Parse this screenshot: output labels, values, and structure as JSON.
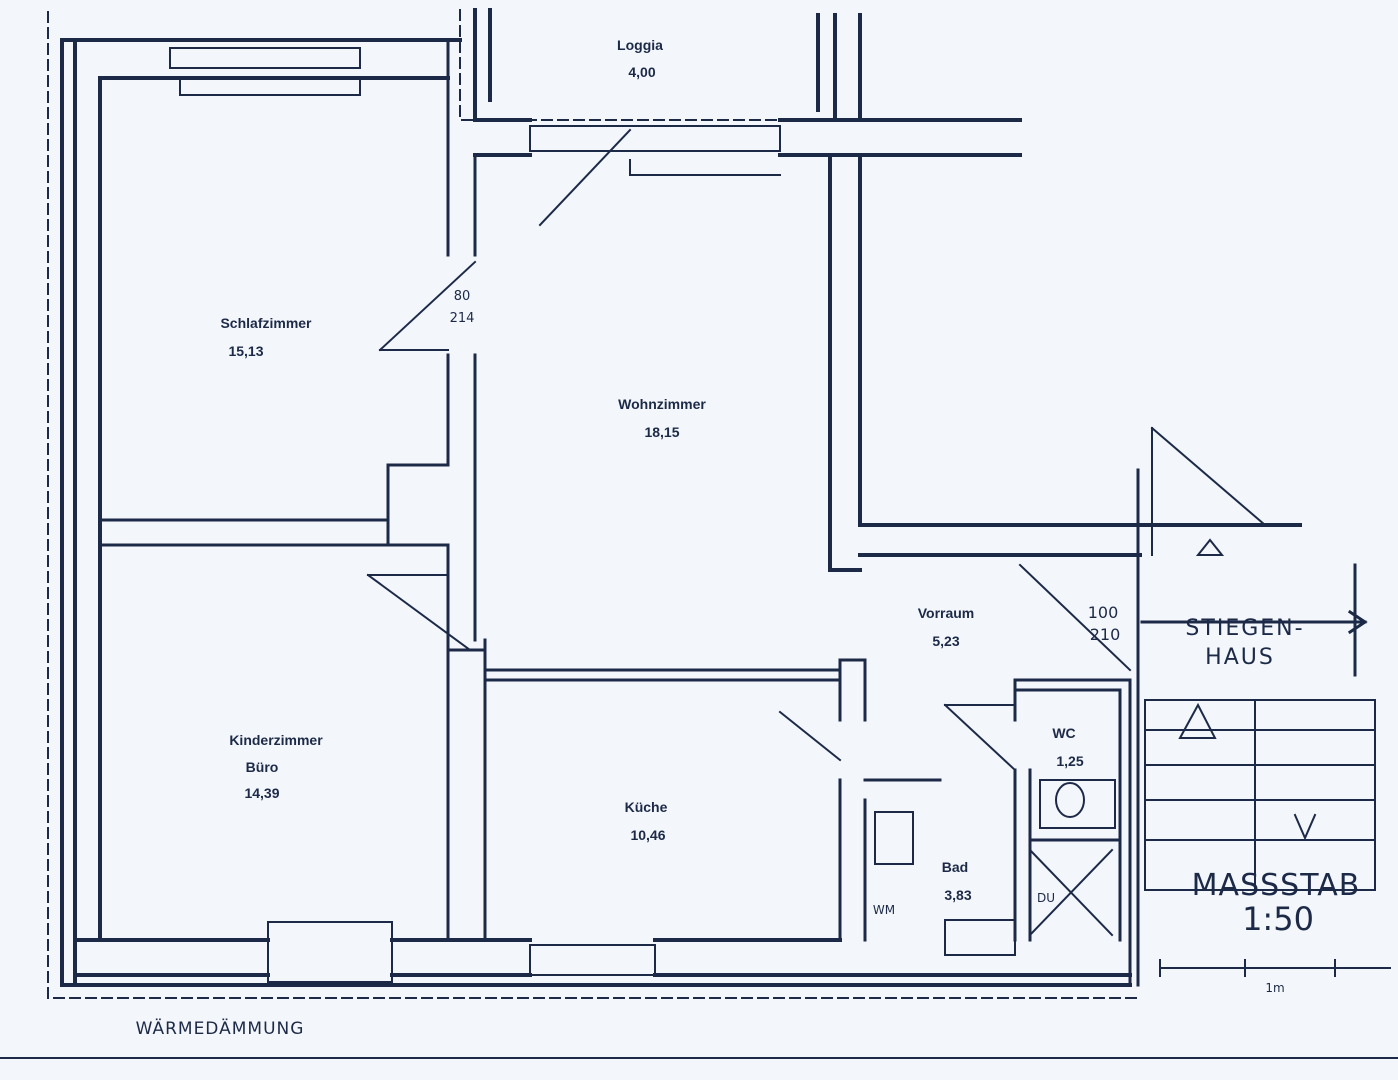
{
  "rooms": {
    "loggia": {
      "name": "Loggia",
      "area": "4,00"
    },
    "schlafzimmer": {
      "name": "Schlafzimmer",
      "area": "15,13"
    },
    "wohnzimmer": {
      "name": "Wohnzimmer",
      "area": "18,15"
    },
    "kinderzimmer": {
      "name": "Kinderzimmer",
      "name2": "Büro",
      "area": "14,39"
    },
    "kueche": {
      "name": "Küche",
      "area": "10,46"
    },
    "vorraum": {
      "name": "Vorraum",
      "area": "5,23"
    },
    "wc": {
      "name": "WC",
      "area": "1,25"
    },
    "bad": {
      "name": "Bad",
      "area": "3,83"
    }
  },
  "annotations": {
    "door_top": "100",
    "door_bottom": "210",
    "stiegen": "STIEGEN-",
    "haus": "HAUS",
    "massstab": "MASSSTAB",
    "scale": "1:50",
    "scale_unit": "1m",
    "waermedaemmung": "WÄRMEDÄMMUNG",
    "wm": "WM",
    "du": "DU",
    "door_a_top": "80",
    "door_a_bottom": "214"
  },
  "colors": {
    "ink": "#1c2a48",
    "paper": "#f3f6fa"
  }
}
